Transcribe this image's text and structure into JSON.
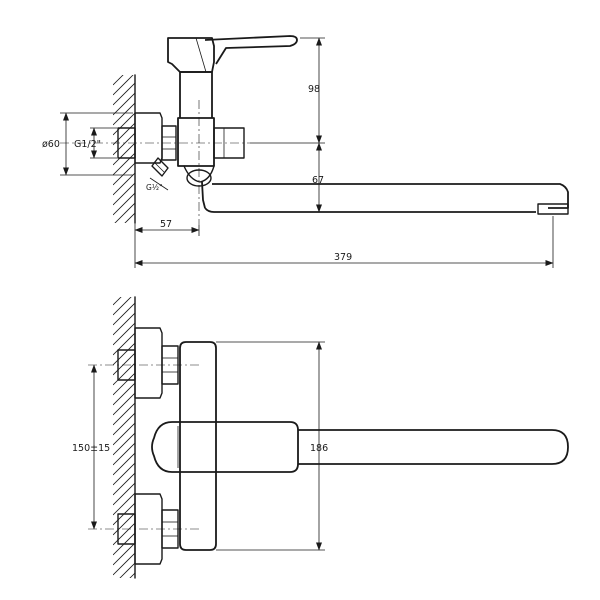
{
  "dimensions": {
    "height_top": "98",
    "spout_height": "67",
    "wall_offset": "57",
    "total_length": "379",
    "diameter": "ø60",
    "thread": "G1/2\"",
    "thread_small": "G½\"",
    "center_distance": "150±15",
    "front_height": "186"
  }
}
